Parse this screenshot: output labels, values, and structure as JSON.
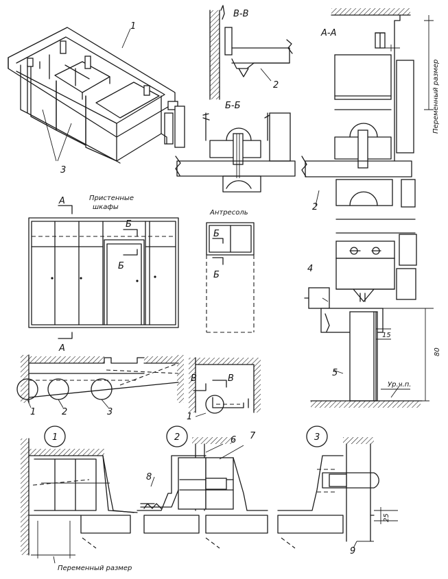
{
  "labels": {
    "section_vv": "В-В",
    "section_bb": "Б-Б",
    "section_aa": "А-А",
    "wall_cabinets": "Пристенные",
    "wall_cabinets_2": "шкафы",
    "mezzanine": "Антресоль",
    "variable_size": "Переменный размер",
    "variable_size_vertical": "Переменный размер",
    "floor_level": "Ур.ч.п.",
    "dim_80": "80",
    "dim_15": "15",
    "dim_25": "25",
    "cut_a": "А",
    "cut_b": "Б",
    "cut_v": "В"
  },
  "callouts": [
    "1",
    "2",
    "3",
    "4",
    "5",
    "6",
    "7",
    "8",
    "9"
  ],
  "detail_markers": [
    "1",
    "2",
    "3"
  ]
}
